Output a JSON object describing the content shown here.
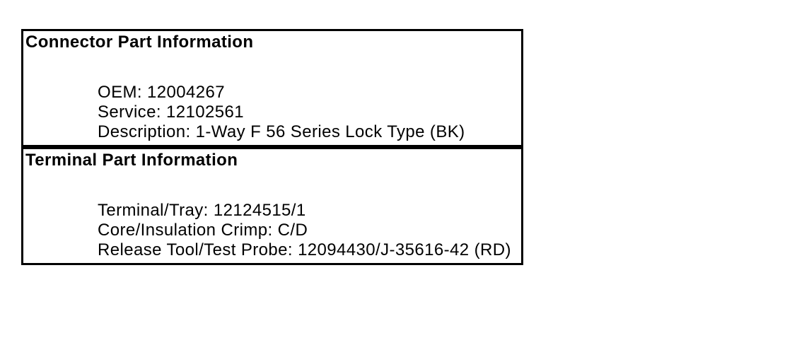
{
  "colors": {
    "border": "#000000",
    "text": "#000000",
    "background": "#ffffff"
  },
  "connector_box": {
    "title": "Connector Part Information",
    "fields": [
      {
        "label": "OEM:",
        "value": "12004267"
      },
      {
        "label": "Service:",
        "value": "12102561"
      },
      {
        "label": "Description:",
        "value": "1-Way F 56 Series Lock Type (BK)"
      }
    ]
  },
  "terminal_box": {
    "title": "Terminal Part Information",
    "fields": [
      {
        "label": "Terminal/Tray:",
        "value": "12124515/1"
      },
      {
        "label": "Core/Insulation Crimp:",
        "value": "C/D"
      },
      {
        "label": "Release Tool/Test Probe:",
        "value": "12094430/J-35616-42 (RD)"
      }
    ]
  }
}
